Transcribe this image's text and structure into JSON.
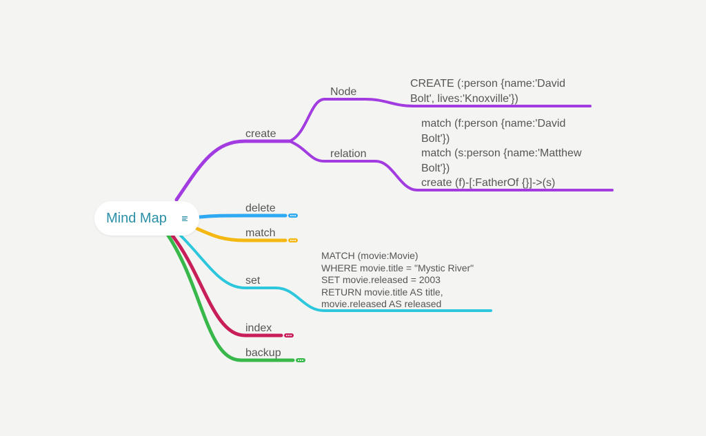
{
  "root": {
    "title": "Mind Map",
    "icon": "notes-icon"
  },
  "colors": {
    "create": "#a23be0",
    "delete": "#2ea9f2",
    "match": "#f5b813",
    "set": "#2cc6dd",
    "index": "#c81e5a",
    "backup": "#38b84a",
    "root_text": "#2a8fa6",
    "background": "#f4f5f3"
  },
  "branches": {
    "create": {
      "label": "create",
      "children": {
        "node": {
          "label": "Node",
          "note": [
            "CREATE (:person {name:'David",
            "Bolt', lives:'Knoxville'})"
          ]
        },
        "relation": {
          "label": "relation",
          "note": [
            "match (f:person {name:'David",
            "Bolt'})",
            "match (s:person {name:'Matthew",
            "Bolt'})",
            "create (f)-[:FatherOf {}]->(s)"
          ]
        }
      }
    },
    "delete": {
      "label": "delete"
    },
    "match": {
      "label": "match"
    },
    "set": {
      "label": "set",
      "note": [
        "MATCH (movie:Movie)",
        "WHERE movie.title = \"Mystic River\"",
        "SET movie.released = 2003",
        "RETURN movie.title AS title,",
        "movie.released AS released"
      ]
    },
    "index": {
      "label": "index"
    },
    "backup": {
      "label": "backup"
    }
  }
}
